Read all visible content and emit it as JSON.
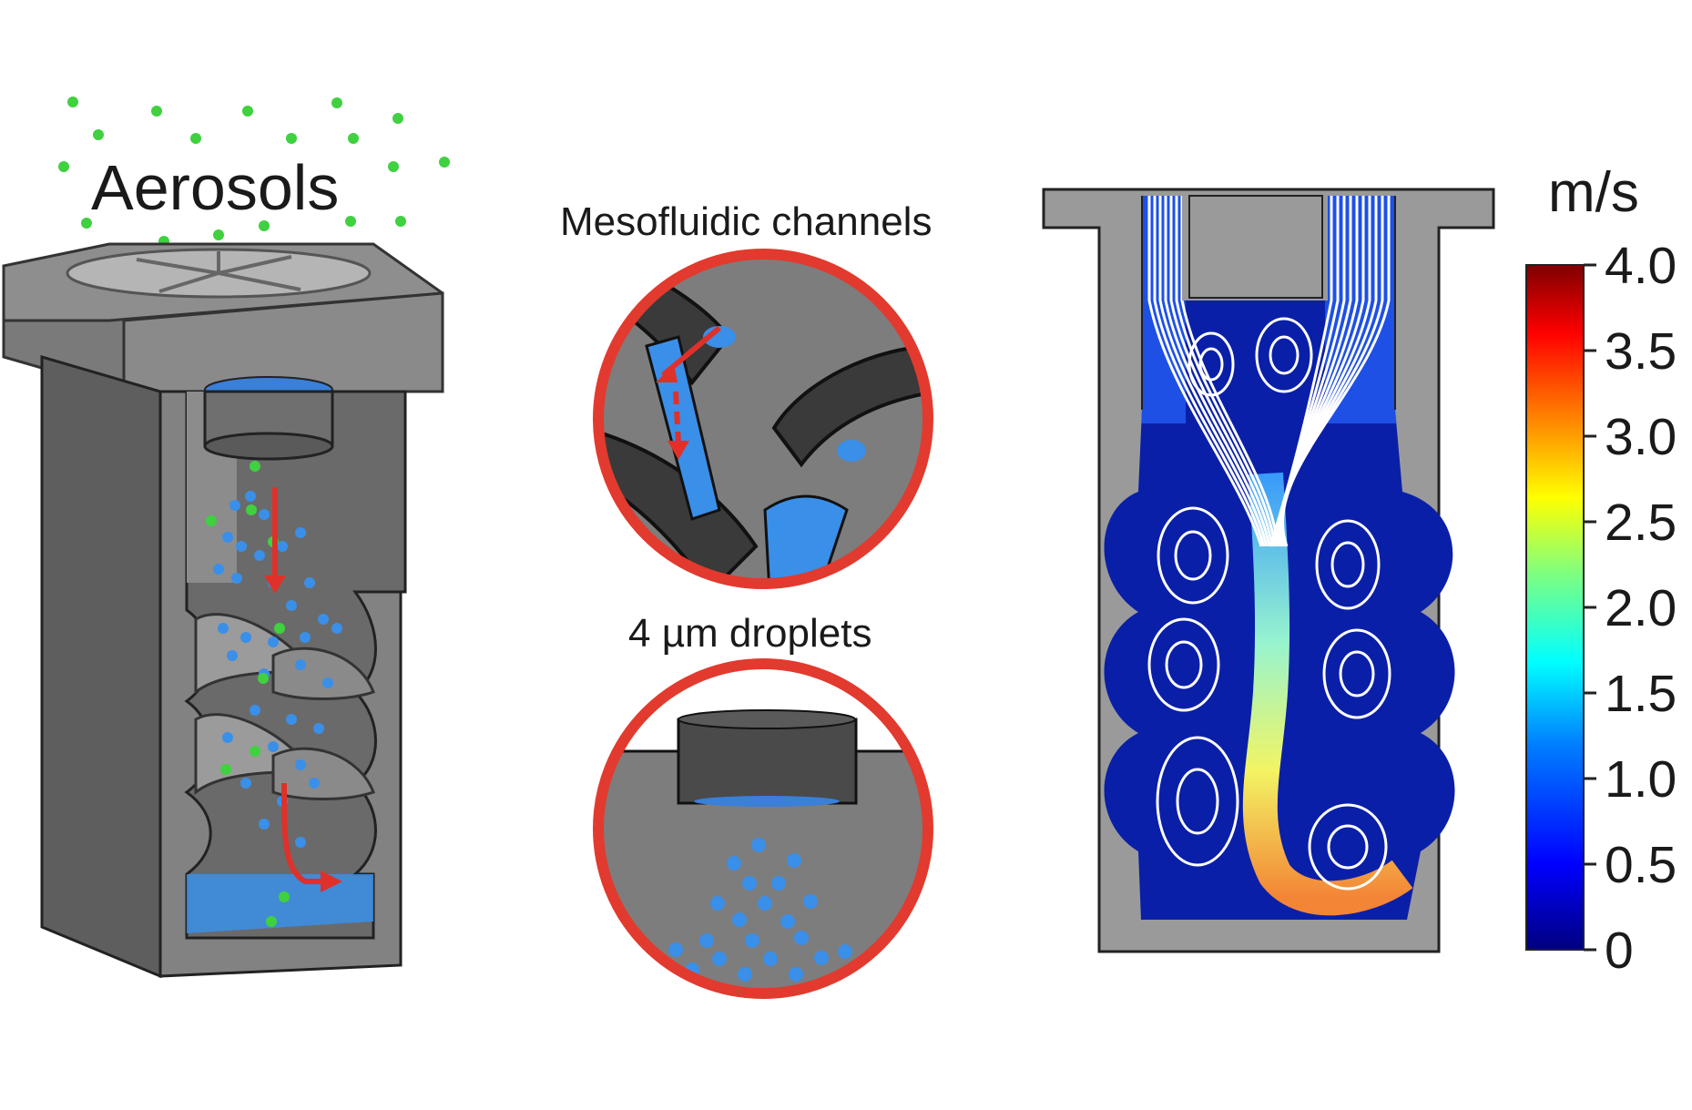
{
  "labels": {
    "aerosols": "Aerosols",
    "mesofluidic_channels": "Mesofluidic channels",
    "droplets": "4 µm droplets"
  },
  "colorbar": {
    "unit": "m/s",
    "min": 0,
    "max": 4.0,
    "ticks": [
      "4.0",
      "3.5",
      "3.0",
      "2.5",
      "2.0",
      "1.5",
      "1.0",
      "0.5",
      "0"
    ],
    "colormap": [
      "#00007f",
      "#0000ff",
      "#007fff",
      "#00ffff",
      "#7fff7f",
      "#ffff00",
      "#ff7f00",
      "#ff0000",
      "#7f0000"
    ]
  },
  "colors": {
    "device_gray": "#7a7a7a",
    "device_dark": "#4a4a4a",
    "aerosol_green": "#3fd13f",
    "droplet_blue": "#3a8fe8",
    "arrow_red": "#e0302a",
    "inset_ring": "#e23a2e",
    "flow_blue": "#0a1fa8"
  }
}
